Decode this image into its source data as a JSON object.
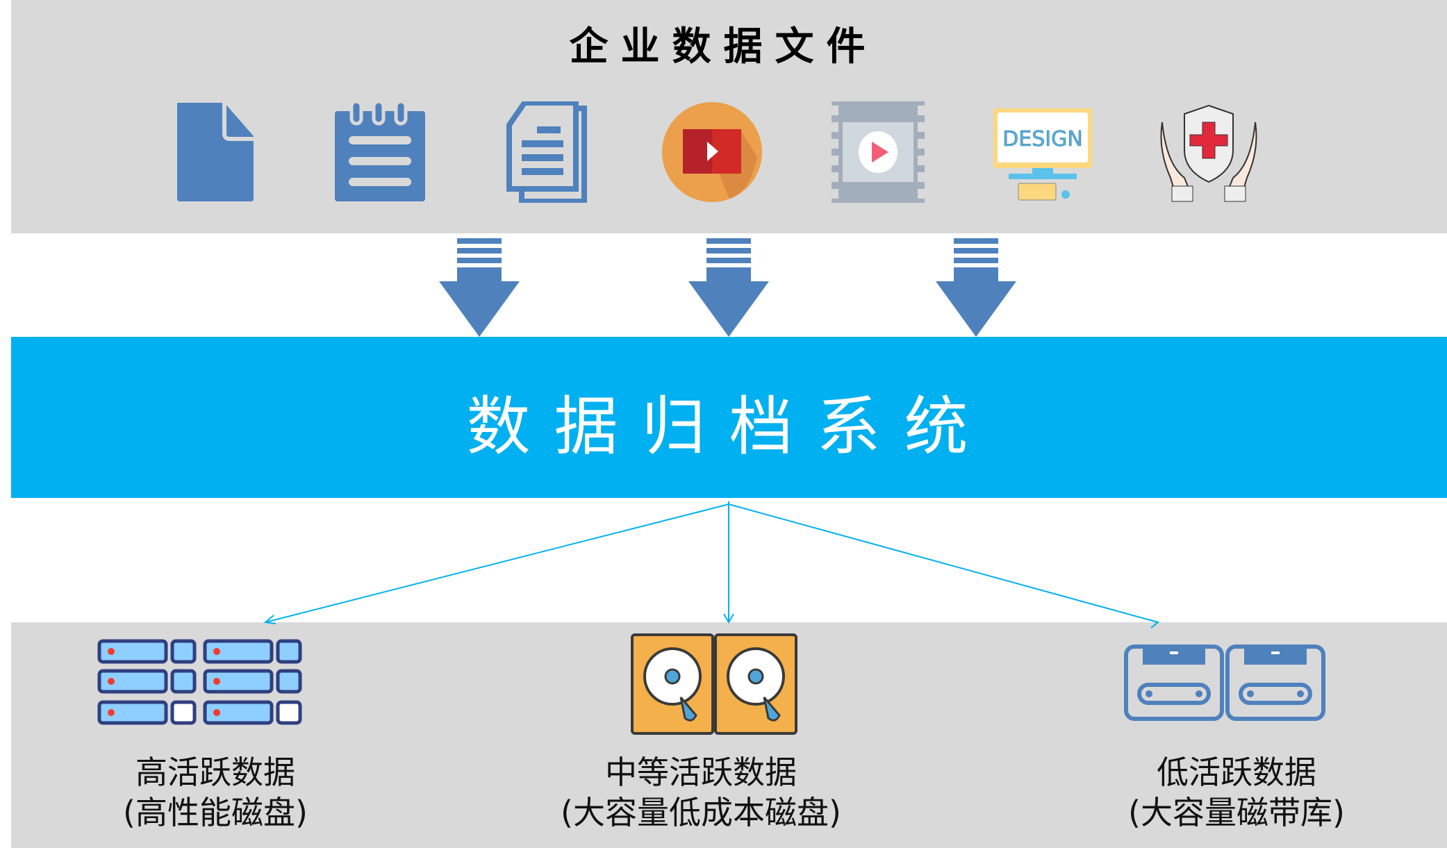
{
  "header": {
    "title": "企业数据文件"
  },
  "file_icons": [
    "document-icon",
    "notepad-icon",
    "copy-documents-icon",
    "video-play-icon",
    "film-strip-icon",
    "design-monitor-icon",
    "health-protection-icon"
  ],
  "design_label": "DESIGN",
  "system": {
    "title": "数据归档系统"
  },
  "tiers": [
    {
      "name": "高活跃数据",
      "storage": "(高性能磁盘)",
      "icon": "server-rack-icon"
    },
    {
      "name": "中等活跃数据",
      "storage": "(大容量低成本磁盘)",
      "icon": "hard-disk-icon"
    },
    {
      "name": "低活跃数据",
      "storage": "(大容量磁带库)",
      "icon": "tape-cassette-icon"
    }
  ],
  "colors": {
    "band_gray": "#d9d9d9",
    "system_blue": "#00b0f0",
    "icon_blue": "#4f81bd"
  }
}
